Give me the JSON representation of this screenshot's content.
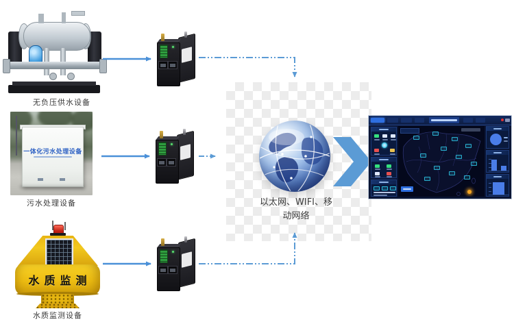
{
  "devices": [
    {
      "label": "无负压供水设备"
    },
    {
      "label": "污水处理设备",
      "box_text": "一体化污水处理设备"
    },
    {
      "label": "水质监测设备",
      "buoy_text": "水质监测"
    }
  ],
  "network": {
    "caption_line1": "以太网、WIFI、移",
    "caption_line2": "动网络"
  },
  "gateways": {
    "count": 3,
    "type": "industrial-cellular-router"
  },
  "dashboard": {
    "type": "iot-monitoring-platform-screenshot"
  },
  "colors": {
    "arrow_blue": "#4a90d8",
    "chevron_blue": "#5b9bd5",
    "buoy_yellow": "#f2c81e",
    "beacon_red": "#c01f12",
    "box_text_blue": "#2f62c4",
    "dashboard_bg": "#0a1534",
    "dashboard_accent": "#2e6fe0",
    "map_marker_cyan": "#2ec8e8",
    "map_marker_orange": "#f5a623",
    "terminal_green": "#2f9e3f"
  }
}
